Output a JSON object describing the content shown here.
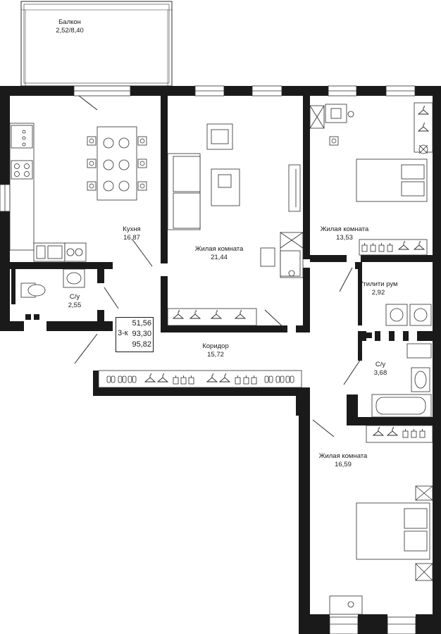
{
  "rooms": {
    "balcony": {
      "name": "Балкон",
      "area": "2,52/8,40"
    },
    "kitchen": {
      "name": "Кухня",
      "area": "16,87"
    },
    "living_main": {
      "name": "Жилая комната",
      "area": "21,44"
    },
    "bedroom_ne": {
      "name": "Жилая комната",
      "area": "13,53"
    },
    "bath_left": {
      "name": "С/у",
      "area": "2,55"
    },
    "utility": {
      "name": "Утилити рум",
      "area": "2,92"
    },
    "corridor": {
      "name": "Коридор",
      "area": "15,72"
    },
    "bath_right": {
      "name": "С/у",
      "area": "3,68"
    },
    "bedroom_se": {
      "name": "Жилая комната",
      "area": "16,59"
    }
  },
  "summary": {
    "type": "3-к",
    "living_area": "51,56",
    "total_area": "93,30",
    "total_with_balcony": "95,82"
  },
  "colors": {
    "wall": "#1a1a1a",
    "line": "#2b2b2b",
    "background": "#ffffff"
  }
}
